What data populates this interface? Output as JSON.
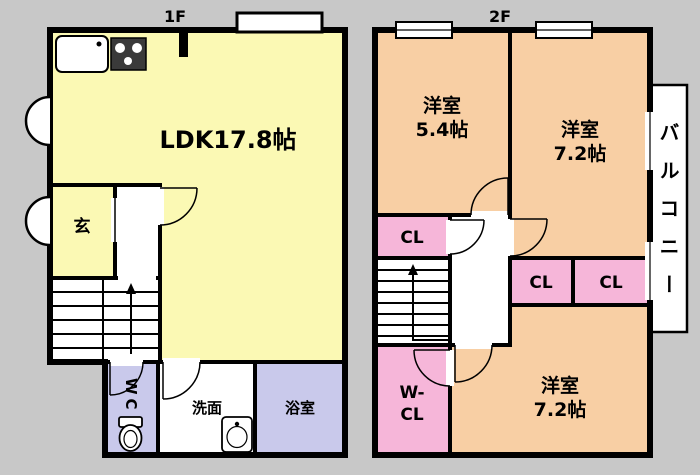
{
  "colors": {
    "background": "#c8c8c8",
    "wall": "#000000",
    "floor_white": "#ffffff",
    "room_yellow": "#fbf9b4",
    "room_peach": "#f8cfa4",
    "closet_pink": "#f6b6d9",
    "bath_lavender": "#c9c9eb"
  },
  "floor1": {
    "label": "1F",
    "ldk": {
      "label": "LDK17.8帖"
    },
    "genkan": {
      "label": "玄"
    },
    "wc": {
      "label": "WC"
    },
    "senmen": {
      "label": "洗面"
    },
    "bath": {
      "label": "浴室"
    }
  },
  "floor2": {
    "label": "2F",
    "room_54": {
      "label": "洋室",
      "size": "5.4帖"
    },
    "room_72_top": {
      "label": "洋室",
      "size": "7.2帖"
    },
    "room_72_bottom": {
      "label": "洋室",
      "size": "7.2帖"
    },
    "closet_1": {
      "label": "CL"
    },
    "closet_2": {
      "label": "CL"
    },
    "closet_3": {
      "label": "CL"
    },
    "walk_in_closet": {
      "line1": "W-",
      "line2": "CL"
    },
    "balcony": {
      "label": "バルコニー"
    }
  }
}
